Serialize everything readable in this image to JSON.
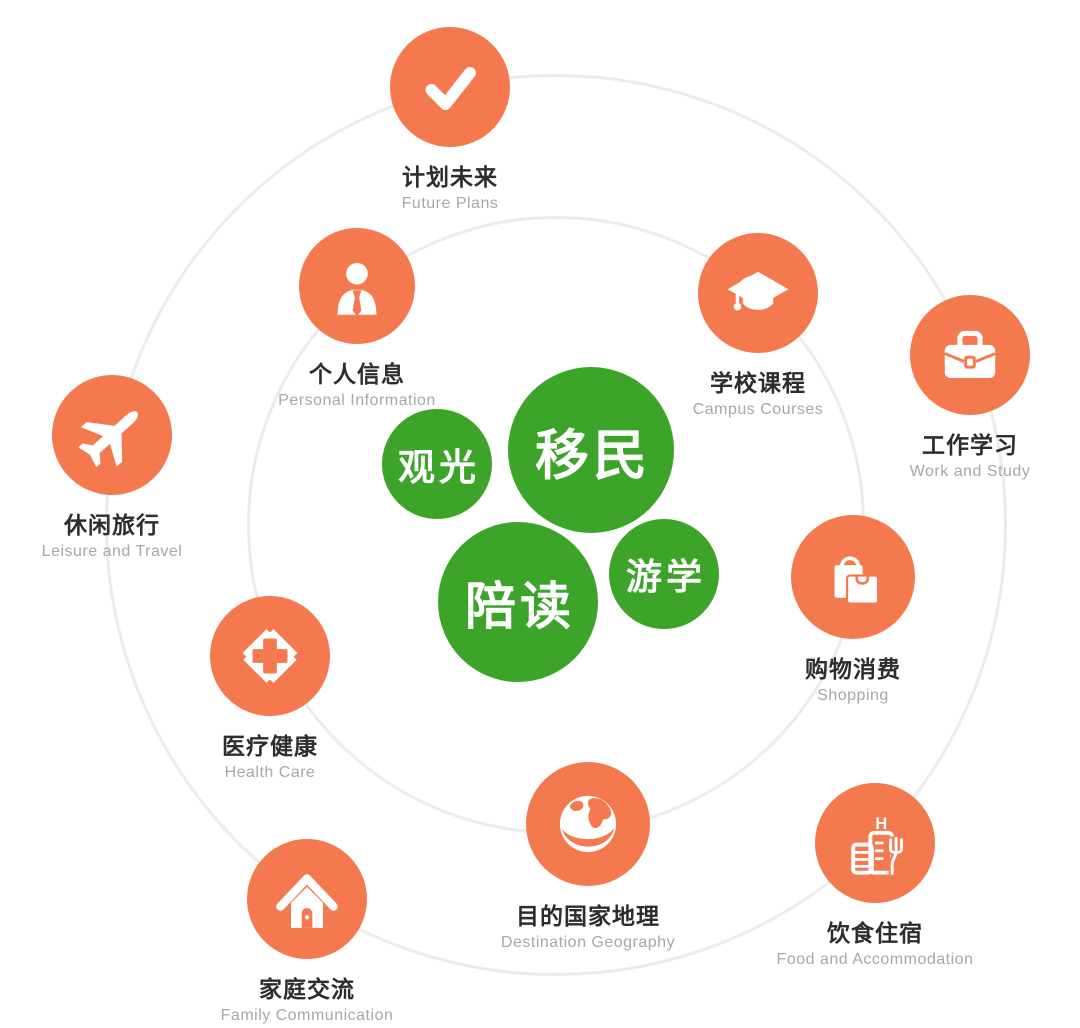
{
  "title": "留学生活主题图 (study-abroad topics radial diagram)",
  "colors": {
    "node_orange": "#F5794F",
    "bubble_green": "#3CA428",
    "label_dark": "#2d2d2d",
    "label_gray": "#a7a7a7",
    "ring_gray": "#ececec",
    "background": "#ffffff"
  },
  "center_bubbles": [
    {
      "label": "移民"
    },
    {
      "label": "观光"
    },
    {
      "label": "陪读"
    },
    {
      "label": "游学"
    }
  ],
  "nodes": [
    {
      "id": "future-plans",
      "zh": "计划未来",
      "en": "Future Plans",
      "icon": "check-icon"
    },
    {
      "id": "personal-information",
      "zh": "个人信息",
      "en": "Personal Information",
      "icon": "person-icon"
    },
    {
      "id": "campus-courses",
      "zh": "学校课程",
      "en": "Campus Courses",
      "icon": "graduation-cap-icon"
    },
    {
      "id": "work-and-study",
      "zh": "工作学习",
      "en": "Work and Study",
      "icon": "briefcase-icon"
    },
    {
      "id": "leisure-and-travel",
      "zh": "休闲旅行",
      "en": "Leisure and Travel",
      "icon": "airplane-icon"
    },
    {
      "id": "shopping",
      "zh": "购物消费",
      "en": "Shopping",
      "icon": "shopping-bags-icon"
    },
    {
      "id": "health-care",
      "zh": "医疗健康",
      "en": "Health Care",
      "icon": "medical-cross-icon"
    },
    {
      "id": "destination-geography",
      "zh": "目的国家地理",
      "en": "Destination Geography",
      "icon": "globe-icon"
    },
    {
      "id": "family-communication",
      "zh": "家庭交流",
      "en": "Family Communication",
      "icon": "house-icon"
    },
    {
      "id": "food-and-accommodation",
      "zh": "饮食住宿",
      "en": "Food and Accommodation",
      "icon": "hotel-fork-icon"
    }
  ],
  "hotel_sign": {
    "letter": "H"
  }
}
